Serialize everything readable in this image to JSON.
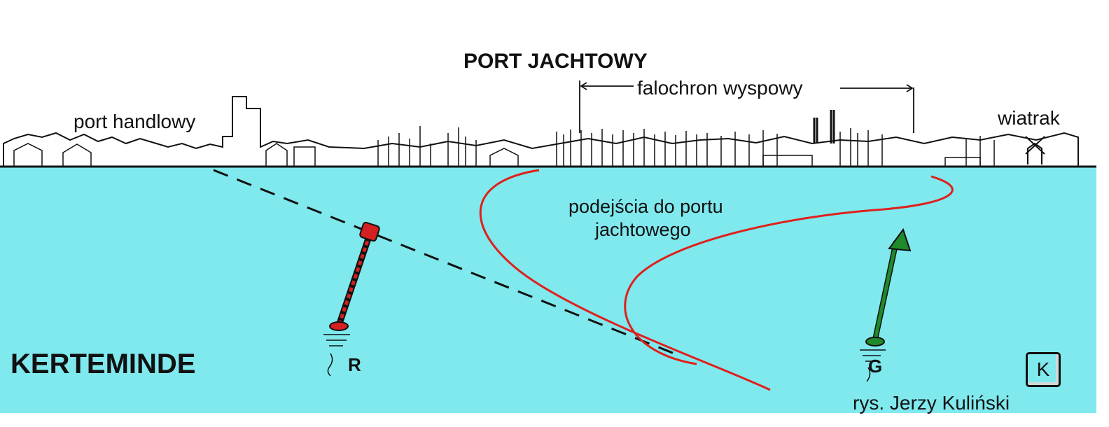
{
  "title": "PORT JACHTOWY",
  "labels": {
    "breakwater": "falochron wyspowy",
    "commercial_port": "port handlowy",
    "windmill": "wiatrak",
    "approach_line1": "podejścia do portu",
    "approach_line2": "jachtowego",
    "town": "KERTEMINDE",
    "red_buoy": "R",
    "green_buoy": "G",
    "logo_key": "K",
    "credit": "rys. Jerzy Kuliński"
  },
  "colors": {
    "water": "#7fe9ee",
    "route": "#e0201c",
    "red_buoy": "#d42020",
    "green_buoy": "#1f8a2a",
    "ink": "#111111"
  }
}
